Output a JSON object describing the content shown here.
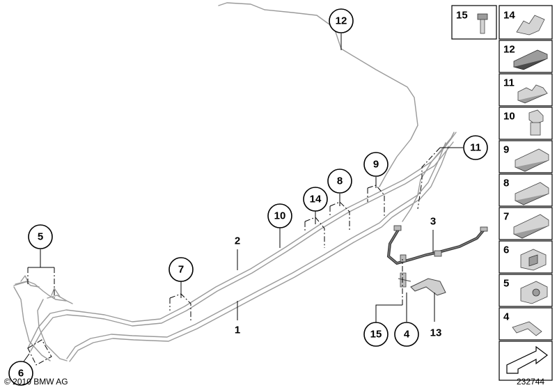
{
  "diagram": {
    "callouts": [
      {
        "id": "12",
        "label": "12"
      },
      {
        "id": "11",
        "label": "11"
      },
      {
        "id": "9",
        "label": "9"
      },
      {
        "id": "8",
        "label": "8"
      },
      {
        "id": "14",
        "label": "14"
      },
      {
        "id": "10",
        "label": "10"
      },
      {
        "id": "7",
        "label": "7"
      },
      {
        "id": "5",
        "label": "5"
      },
      {
        "id": "6",
        "label": "6"
      },
      {
        "id": "15",
        "label": "15"
      },
      {
        "id": "4",
        "label": "4"
      }
    ],
    "plain_labels": [
      {
        "id": "1",
        "label": "1"
      },
      {
        "id": "2",
        "label": "2"
      },
      {
        "id": "3",
        "label": "3"
      },
      {
        "id": "13",
        "label": "13"
      }
    ]
  },
  "parts_panel": {
    "items": [
      {
        "label": "15",
        "part": "bolt"
      },
      {
        "label": "14",
        "part": "double-clip"
      },
      {
        "label": "12",
        "part": "pipe-holder-long"
      },
      {
        "label": "11",
        "part": "pipe-holder-triple"
      },
      {
        "label": "10",
        "part": "hex-nut"
      },
      {
        "label": "9",
        "part": "pipe-holder-double"
      },
      {
        "label": "8",
        "part": "pipe-holder-quad"
      },
      {
        "label": "7",
        "part": "pipe-holder-stepped"
      },
      {
        "label": "6",
        "part": "clip-block"
      },
      {
        "label": "5",
        "part": "clip-round"
      },
      {
        "label": "4",
        "part": "spring-clip"
      }
    ]
  },
  "footer": {
    "copyright": "© 2010 BMW AG",
    "diagram_number": "232744"
  }
}
